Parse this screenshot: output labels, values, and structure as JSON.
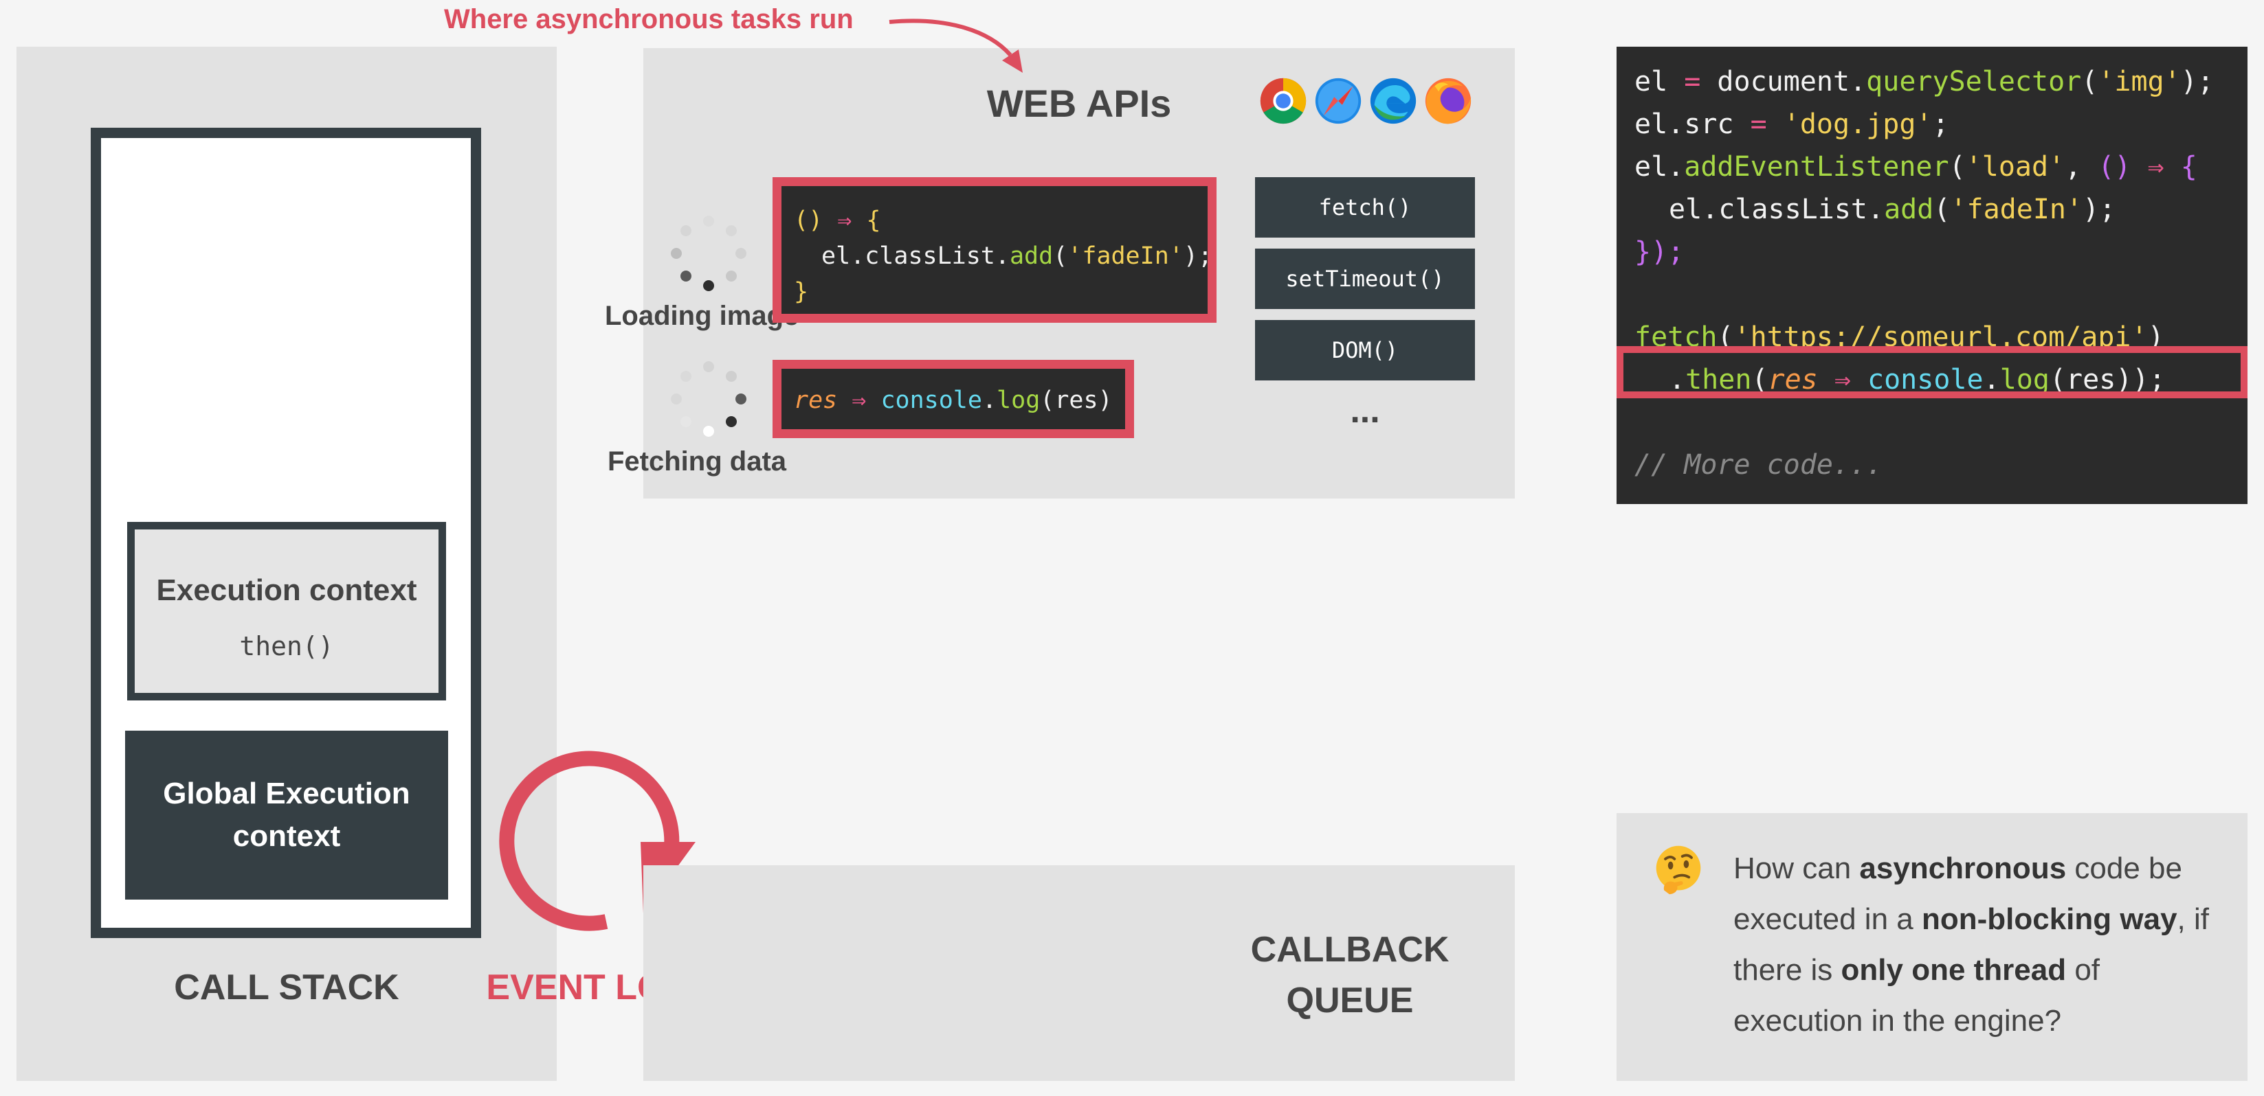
{
  "annotation": {
    "text": "Where asynchronous tasks run"
  },
  "web_apis": {
    "title": "WEB APIs",
    "browsers": [
      "chrome-icon",
      "safari-icon",
      "edge-icon",
      "firefox-icon"
    ],
    "callback_code": {
      "open_paren": "()",
      "arrow": "⇒",
      "open_brace": "{",
      "indent_obj": "el",
      "dot1": ".",
      "prop": "classList",
      "dot2": ".",
      "method": "add",
      "paren_open": "(",
      "arg": "'fadeIn'",
      "paren_close": ");",
      "close_brace": "}"
    },
    "res_code": {
      "param": "res",
      "arrow": "⇒",
      "obj": "console",
      "dot": ".",
      "method": "log",
      "args": "(res)"
    },
    "loading_label": "Loading image",
    "fetching_label": "Fetching data",
    "api_buttons": [
      "fetch()",
      "setTimeout()",
      "DOM()"
    ],
    "more": "..."
  },
  "call_stack": {
    "label": "CALL STACK",
    "exec_context_title": "Execution context",
    "exec_context_sub": "then()",
    "global_context": "Global Execution context"
  },
  "event_loop": {
    "label": "EVENT LOOP"
  },
  "callback_queue": {
    "label_line1": "CALLBACK",
    "label_line2": "QUEUE"
  },
  "source_code": {
    "l1": {
      "a": "el",
      "b": " = ",
      "c": "document",
      "d": ".",
      "e": "querySelector",
      "f": "(",
      "g": "'img'",
      "h": ");"
    },
    "l2": {
      "a": "el",
      "b": ".src",
      "c": " = ",
      "d": "'dog.jpg'",
      "e": ";"
    },
    "l3": {
      "a": "el",
      "b": ".",
      "c": "addEventListener",
      "d": "(",
      "e": "'load'",
      "f": ", ",
      "g": "()",
      "h": " ⇒ ",
      "i": "{"
    },
    "l4": {
      "a": "el",
      "b": ".classList.",
      "c": "add",
      "d": "(",
      "e": "'fadeIn'",
      "f": ");"
    },
    "l5": {
      "a": "});"
    },
    "l7": {
      "a": "fetch",
      "b": "(",
      "c": "'https://someurl.com/api'",
      "d": ")"
    },
    "l8": {
      "a": ".",
      "b": "then",
      "c": "(",
      "d": "res",
      "e": " ⇒ ",
      "f": "console",
      "g": ".",
      "h": "log",
      "i": "(",
      "j": "res",
      "k": "));"
    },
    "l10": {
      "a": "// More code..."
    }
  },
  "question": {
    "p1": "How can ",
    "b1": "asynchronous",
    "p2": " code be executed in a ",
    "b2": "non-blocking way",
    "p3": ", if there is ",
    "b3": "only one thread",
    "p4": " of execution in the engine?"
  },
  "colors": {
    "accent_red": "#dc4d5e",
    "dark_slate": "#353f44",
    "panel_gray": "#e2e2e2",
    "code_bg": "#2b2b2b"
  }
}
